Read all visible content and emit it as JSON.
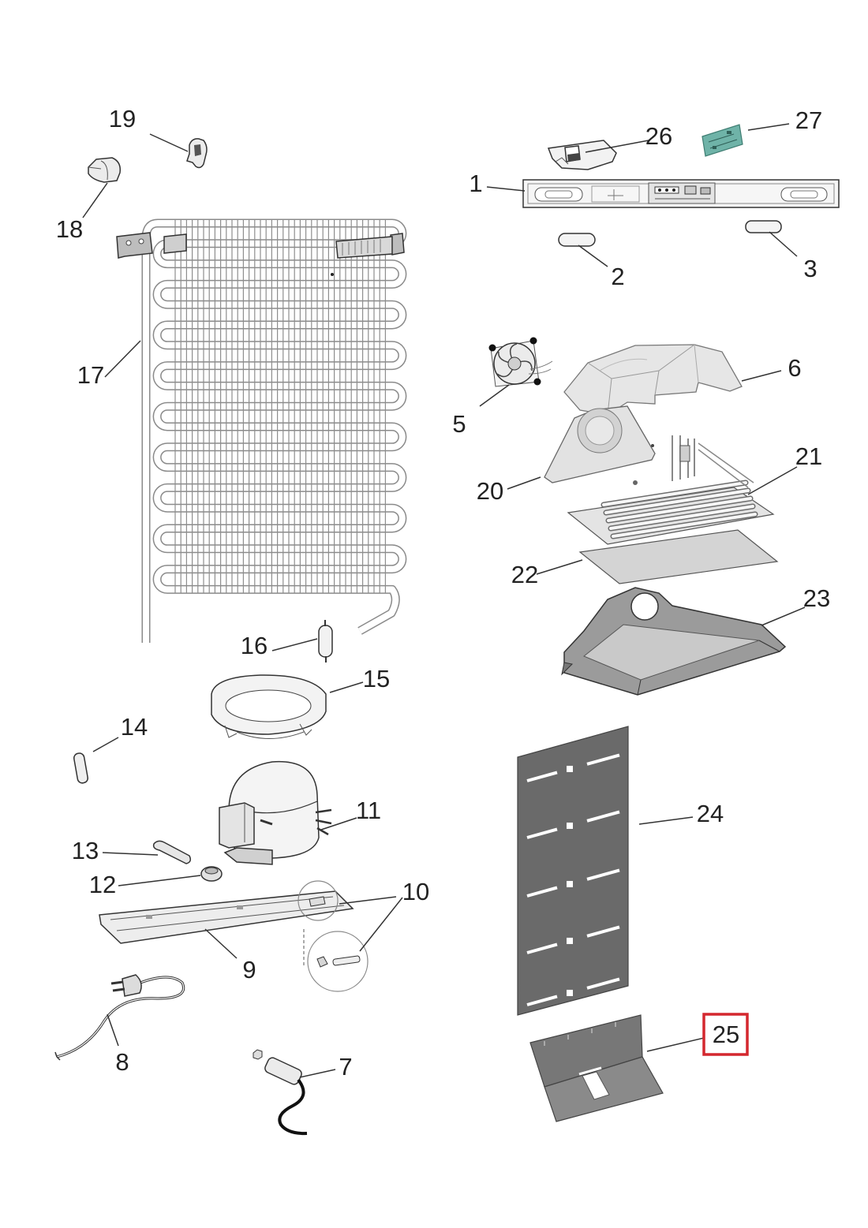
{
  "callouts": {
    "p1": "1",
    "p2": "2",
    "p3": "3",
    "p5": "5",
    "p6": "6",
    "p7": "7",
    "p8": "8",
    "p9": "9",
    "p10": "10",
    "p11": "11",
    "p12": "12",
    "p13": "13",
    "p14": "14",
    "p15": "15",
    "p16": "16",
    "p17": "17",
    "p18": "18",
    "p19": "19",
    "p20": "20",
    "p21": "21",
    "p22": "22",
    "p23": "23",
    "p24": "24",
    "p25": "25",
    "p26": "26",
    "p27": "27"
  },
  "highlight": {
    "callout": "25",
    "color": "#d4272e"
  },
  "colors": {
    "line": "#333333",
    "panel_dark": "#6a6a6a",
    "pcb": "#6fb3a8",
    "background": "#ffffff"
  }
}
